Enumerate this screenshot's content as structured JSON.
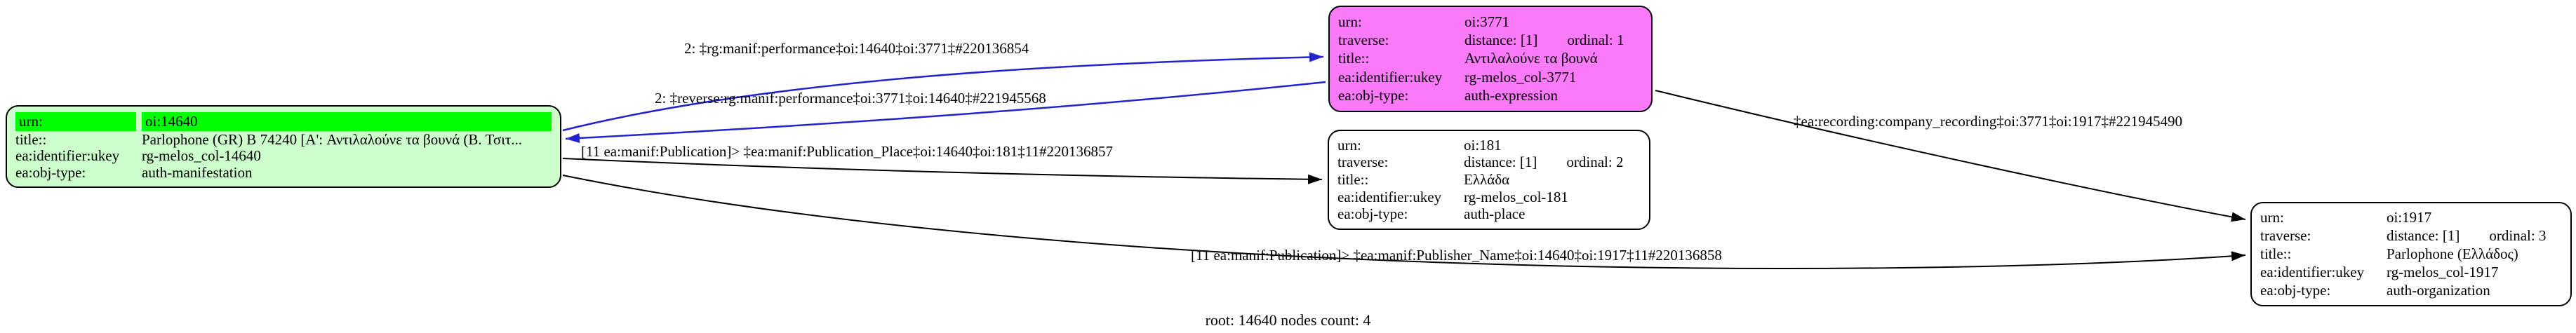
{
  "caption": "root: 14640 nodes count: 4",
  "colors": {
    "root_fill": "#ccffcc",
    "root_highlight": "#00ff00",
    "expression_fill": "#fa7afa",
    "plain_node_fill": "#ffffff",
    "edge_blue": "#2323cd",
    "edge_black": "#000000"
  },
  "nodes": {
    "root": {
      "rows": [
        {
          "k": "urn:",
          "v": "oi:14640"
        },
        {
          "k": "title::",
          "v": "Parlophone (GR) B 74240 [A': Αντιλαλούνε τα βουνά (Β. Τσιτ..."
        },
        {
          "k": "ea:identifier:ukey",
          "v": "rg-melos_col-14640"
        },
        {
          "k": "ea:obj-type:",
          "v": "auth-manifestation"
        }
      ]
    },
    "expression": {
      "rows": [
        {
          "k": "urn:",
          "v": "oi:3771"
        },
        {
          "k": "traverse:",
          "v": "distance: [1]",
          "v2": "ordinal: 1"
        },
        {
          "k": "title::",
          "v": "Αντιλαλούνε τα βουνά"
        },
        {
          "k": "ea:identifier:ukey",
          "v": "rg-melos_col-3771"
        },
        {
          "k": "ea:obj-type:",
          "v": "auth-expression"
        }
      ]
    },
    "place": {
      "rows": [
        {
          "k": "urn:",
          "v": "oi:181"
        },
        {
          "k": "traverse:",
          "v": "distance: [1]",
          "v2": "ordinal: 2"
        },
        {
          "k": "title::",
          "v": "Ελλάδα"
        },
        {
          "k": "ea:identifier:ukey",
          "v": "rg-melos_col-181"
        },
        {
          "k": "ea:obj-type:",
          "v": "auth-place"
        }
      ]
    },
    "organization": {
      "rows": [
        {
          "k": "urn:",
          "v": "oi:1917"
        },
        {
          "k": "traverse:",
          "v": "distance: [1]",
          "v2": "ordinal: 3"
        },
        {
          "k": "title::",
          "v": "Parlophone (Ελλάδος)"
        },
        {
          "k": "ea:identifier:ukey",
          "v": "rg-melos_col-1917"
        },
        {
          "k": "ea:obj-type:",
          "v": "auth-organization"
        }
      ]
    }
  },
  "edges": {
    "performance": {
      "from": "oi:14640",
      "to": "oi:3771",
      "color": "blue",
      "label": "2: ‡rg:manif:performance‡oi:14640‡oi:3771‡#220136854"
    },
    "reverse_performance": {
      "from": "oi:3771",
      "to": "oi:14640",
      "color": "blue",
      "label": "2: ‡reverse:rg:manif:performance‡oi:3771‡oi:14640‡#221945568"
    },
    "publication_place": {
      "from": "oi:14640",
      "to": "oi:181",
      "color": "black",
      "label": "[11 ea:manif:Publication]> ‡ea:manif:Publication_Place‡oi:14640‡oi:181‡11#220136857"
    },
    "publisher_name": {
      "from": "oi:14640",
      "to": "oi:1917",
      "color": "black",
      "label": "[11 ea:manif:Publication]> ‡ea:manif:Publisher_Name‡oi:14640‡oi:1917‡11#220136858"
    },
    "company_recording": {
      "from": "oi:3771",
      "to": "oi:1917",
      "color": "black",
      "label": "‡ea:recording:company_recording‡oi:3771‡oi:1917‡#221945490"
    }
  }
}
